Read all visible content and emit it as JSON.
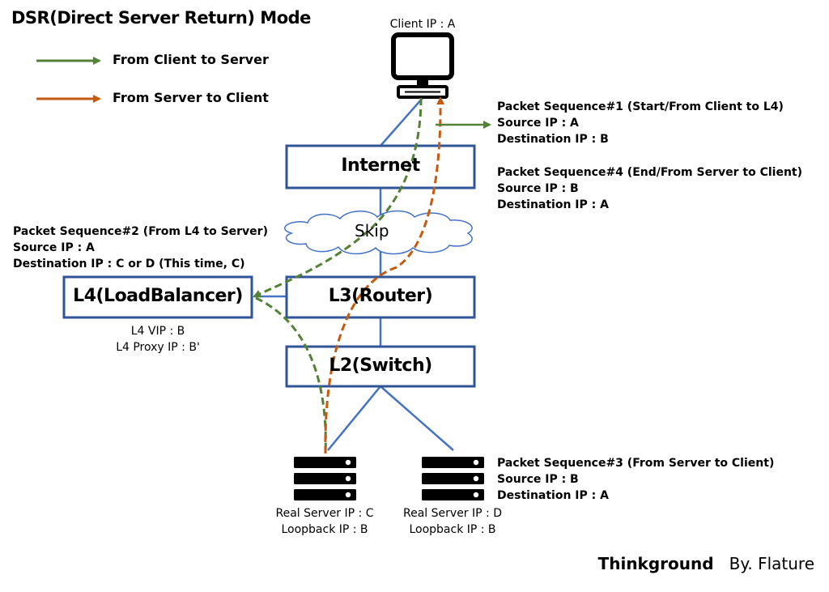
{
  "title": "DSR(Direct Server Return) Mode",
  "legend": [
    {
      "label": "From Client to Server",
      "color": "#538135"
    },
    {
      "label": "From Server to Client",
      "color": "#C55A11"
    }
  ],
  "colors": {
    "blue": "#4472C4",
    "box_border": "#2F5597",
    "green": "#538135",
    "orange": "#C55A11"
  },
  "client": {
    "label": "Client IP : A",
    "icon": "monitor-icon"
  },
  "nodes": {
    "internet": "Internet",
    "skip": "Skip",
    "router": "L3(Router)",
    "switch": "L2(Switch)",
    "loadbalancer": "L4(LoadBalancer)"
  },
  "lb_info": {
    "vip": "L4 VIP : B",
    "proxy_ip": "L4 Proxy IP : B'"
  },
  "servers": [
    {
      "ip": "Real Server IP : C",
      "loopback": "Loopback IP : B",
      "icon": "server-rack-icon"
    },
    {
      "ip": "Real Server IP : D",
      "loopback": "Loopback IP : B",
      "icon": "server-rack-icon"
    }
  ],
  "packet_sequences": {
    "seq1": {
      "title": "Packet Sequence#1 (Start/From Client to L4)",
      "source": "Source IP : A",
      "destination": "Destination IP : B"
    },
    "seq2": {
      "title": "Packet Sequence#2 (From L4 to Server)",
      "source": "Source IP : A",
      "destination": "Destination IP : C or D (This time, C)"
    },
    "seq3": {
      "title": "Packet Sequence#3 (From Server to Client)",
      "source": "Source IP : B",
      "destination": "Destination IP : A"
    },
    "seq4": {
      "title": "Packet Sequence#4 (End/From Server to Client)",
      "source": "Source IP : B",
      "destination": "Destination IP : A"
    }
  },
  "footer": {
    "brand": "Thinkground",
    "author": "By. Flature"
  }
}
